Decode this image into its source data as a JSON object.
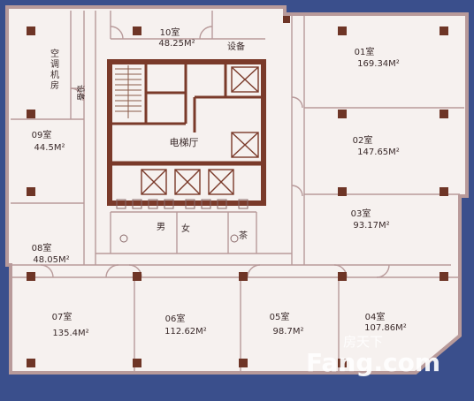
{
  "colors": {
    "background": "#3a4f8c",
    "plan": "#f6f1ef",
    "wall": "#d6c5c3",
    "line": "#a8898a",
    "core": "#7a3a2a",
    "column": "#6e3526",
    "text": "#3a2a2a"
  },
  "rooms": {
    "r01": {
      "name": "01室",
      "area": "169.34M²"
    },
    "r02": {
      "name": "02室",
      "area": "147.65M²"
    },
    "r03": {
      "name": "03室",
      "area": "93.17M²"
    },
    "r04": {
      "name": "04室",
      "area": "107.86M²"
    },
    "r05": {
      "name": "05室",
      "area": "98.7M²"
    },
    "r06": {
      "name": "06室",
      "area": "112.62M²"
    },
    "r07": {
      "name": "07室",
      "area": "135.4M²"
    },
    "r08": {
      "name": "08室",
      "area": "48.05M²"
    },
    "r09": {
      "name": "09室",
      "area": "44.5M²"
    },
    "r10": {
      "name": "10室",
      "area": "48.25M²"
    }
  },
  "labels": {
    "equipment_top": "设备",
    "equipment_left": "设备",
    "ac_room_1": "空",
    "ac_room_2": "调",
    "ac_room_3": "机",
    "ac_room_4": "房",
    "elevator_hall": "电梯厅",
    "men": "男",
    "women": "女",
    "tea": "茶"
  },
  "watermark": {
    "brand_cn": "房天下",
    "brand_en": "Fang.com"
  }
}
